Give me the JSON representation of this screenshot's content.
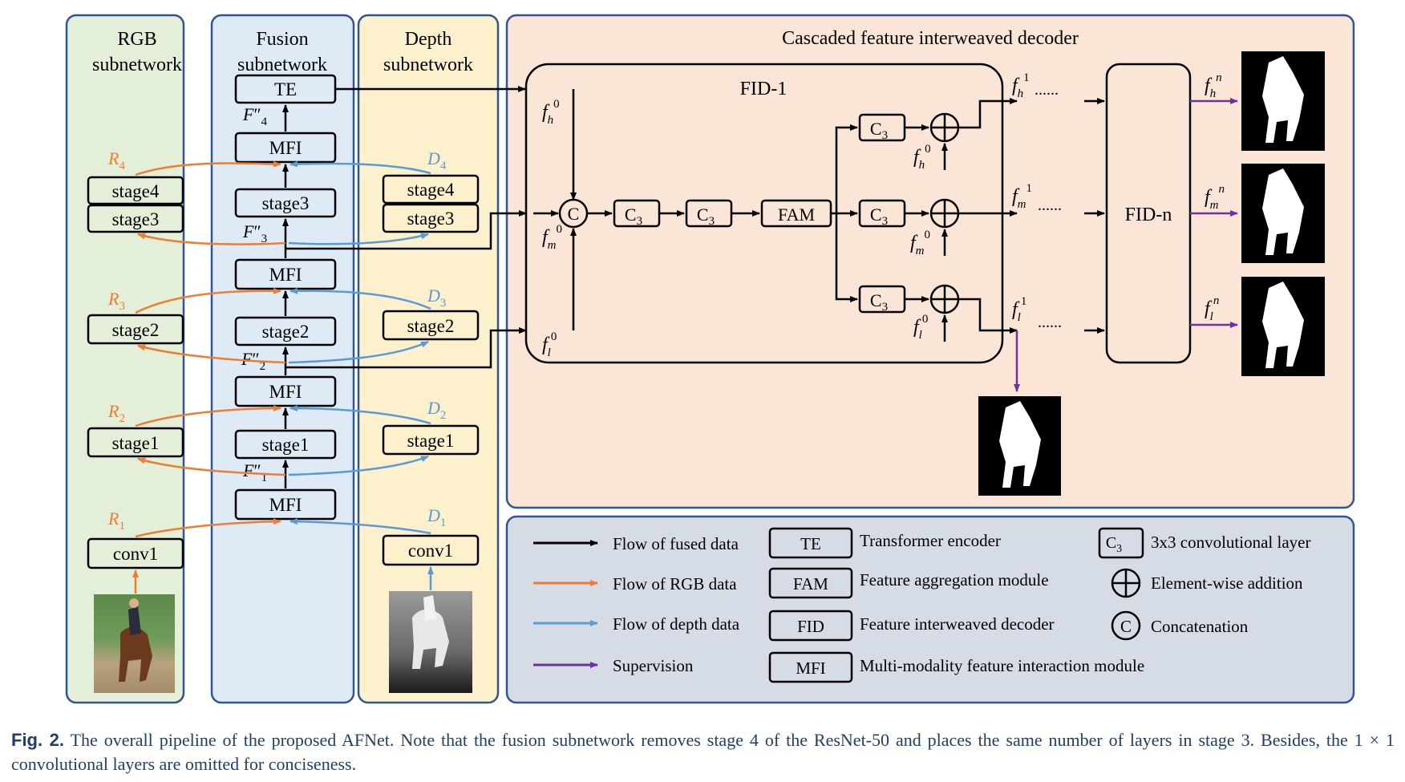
{
  "panels": {
    "rgb": {
      "title_l1": "RGB",
      "title_l2": "subnetwork"
    },
    "fusion": {
      "title_l1": "Fusion",
      "title_l2": "subnetwork"
    },
    "depth": {
      "title_l1": "Depth",
      "title_l2": "subnetwork"
    },
    "decoder": {
      "title": "Cascaded feature interweaved decoder"
    }
  },
  "rgb": {
    "stage4": "stage4",
    "stage3": "stage3",
    "stage2": "stage2",
    "stage1": "stage1",
    "conv1": "conv1",
    "labels": {
      "R4": "R",
      "R4_sub": "4",
      "R3": "R",
      "R3_sub": "3",
      "R2": "R",
      "R2_sub": "2",
      "R1": "R",
      "R1_sub": "1"
    }
  },
  "fusion": {
    "te": "TE",
    "mfi": "MFI",
    "stage3": "stage3",
    "stage2": "stage2",
    "stage1": "stage1",
    "labels": {
      "F": "F",
      "prime": "″",
      "s4": "4",
      "s3": "3",
      "s2": "2",
      "s1": "1"
    }
  },
  "depth": {
    "stage4": "stage4",
    "stage3": "stage3",
    "stage2": "stage2",
    "stage1": "stage1",
    "conv1": "conv1",
    "labels": {
      "D": "D",
      "s4": "4",
      "s3": "3",
      "s2": "2",
      "s1": "1"
    }
  },
  "decoder": {
    "fid1": "FID-1",
    "fidn": "FID-n",
    "c_symbol": "C",
    "c3": "C",
    "c3_sub": "3",
    "fam": "FAM",
    "f": "f",
    "sub_h": "h",
    "sub_m": "m",
    "sub_l": "l",
    "sup0": "0",
    "sup1": "1",
    "supn": "n",
    "dots": "......"
  },
  "legend": {
    "fused": "Flow of fused data",
    "rgb": "Flow of RGB data",
    "depth": "Flow of depth data",
    "supervision": "Supervision",
    "te_box": "TE",
    "te_desc": "Transformer encoder",
    "fam_box": "FAM",
    "fam_desc": "Feature aggregation module",
    "fid_box": "FID",
    "fid_desc": "Feature interweaved decoder",
    "mfi_box": "MFI",
    "mfi_desc": "Multi-modality feature interaction module",
    "c3_box": "C",
    "c3_sub": "3",
    "c3_desc": "3x3 convolutional layer",
    "add_desc": "Element-wise addition",
    "concat_symbol": "C",
    "concat_desc": "Concatenation"
  },
  "colors": {
    "rgb_panel": "#e3efd9",
    "fusion_panel": "#deebf7",
    "depth_panel": "#fdf0cc",
    "decoder_panel": "#fbe5d6",
    "legend_panel": "#d6dce5",
    "panel_border": "#2f5597",
    "rgb_flow": "#ed7d31",
    "depth_flow": "#5b9bd5",
    "supervision": "#7030a0",
    "caption": "#1f3f6b"
  },
  "caption": {
    "label": "Fig. 2.",
    "text": "The overall pipeline of the proposed AFNet. Note that the fusion subnetwork removes stage 4 of the ResNet-50 and places the same number of layers in stage 3. Besides, the 1 × 1 convolutional layers are omitted for conciseness."
  }
}
